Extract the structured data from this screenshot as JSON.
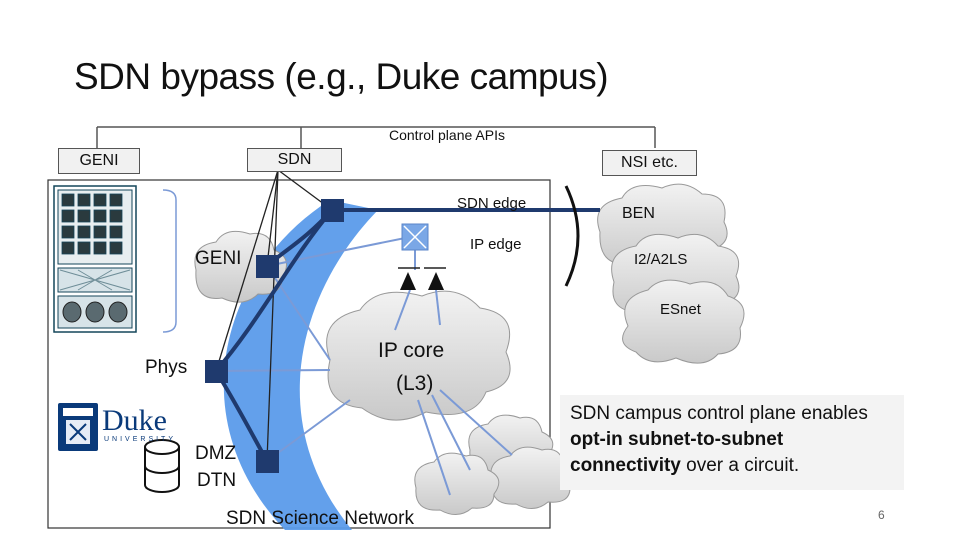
{
  "slide": {
    "title": "SDN bypass (e.g., Duke campus)",
    "page_number": "6"
  },
  "diagram": {
    "control_plane_label": "Control plane APIs",
    "boxes": {
      "geni": "GENI",
      "sdn": "SDN",
      "nsi": "NSI etc."
    },
    "labels": {
      "sdn_edge": "SDN edge",
      "ip_edge": "IP edge",
      "geni_cloud": "GENI",
      "phys": "Phys",
      "dmz": "DMZ",
      "dtn": "DTN",
      "ip_core_line1": "IP core",
      "ip_core_line2": "(L3)",
      "science_network": "SDN Science Network",
      "ben": "BEN",
      "i2": "I2/A2LS",
      "esnet": "ESnet"
    },
    "logo_text": {
      "duke": "Duke",
      "university": "UNIVERSITY"
    }
  },
  "caption": {
    "part1": "SDN campus control plane enables ",
    "bold": "opt-in subnet-to-subnet connectivity",
    "part2": " over a circuit."
  },
  "colors": {
    "node": "#1f3a6e",
    "crescent": "#5b9bea",
    "link": "#7b9ad6",
    "cloud": "#d9d9d9",
    "rack": "#14465a"
  }
}
